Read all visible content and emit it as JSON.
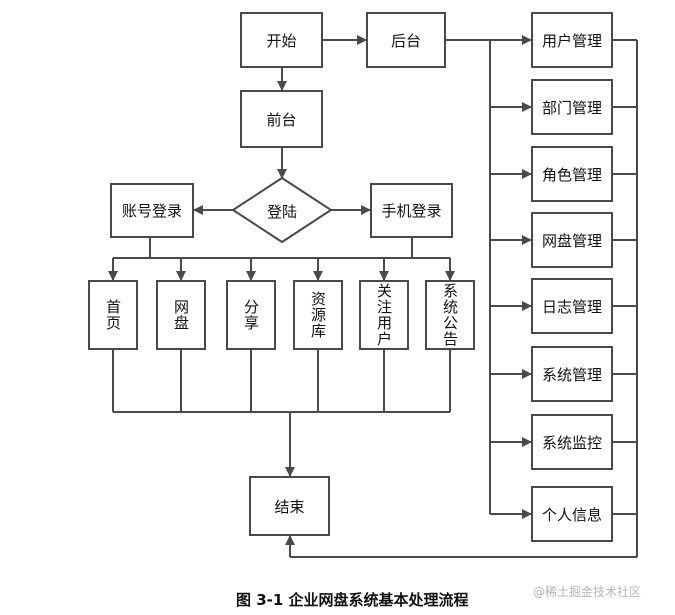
{
  "nodes": {
    "start": "开始",
    "backend": "后台",
    "frontend": "前台",
    "login": "登陆",
    "account_login": "账号登录",
    "phone_login": "手机登录",
    "home": "首页",
    "netdisk": "网盘",
    "share": "分享",
    "resource_lib": "资源库",
    "follow_user": "关注用户",
    "system_notice": "系统公告",
    "end": "结束",
    "user_mgmt": "用户管理",
    "dept_mgmt": "部门管理",
    "role_mgmt": "角色管理",
    "netdisk_mgmt": "网盘管理",
    "log_mgmt": "日志管理",
    "system_mgmt": "系统管理",
    "system_monitor": "系统监控",
    "personal_info": "个人信息"
  },
  "caption": "图 3-1 企业网盘系统基本处理流程",
  "watermark": "@稀土掘金技术社区",
  "colors": {
    "line": "#4a4a4a",
    "box_border": "#4a4a4a",
    "background": "#ffffff"
  }
}
